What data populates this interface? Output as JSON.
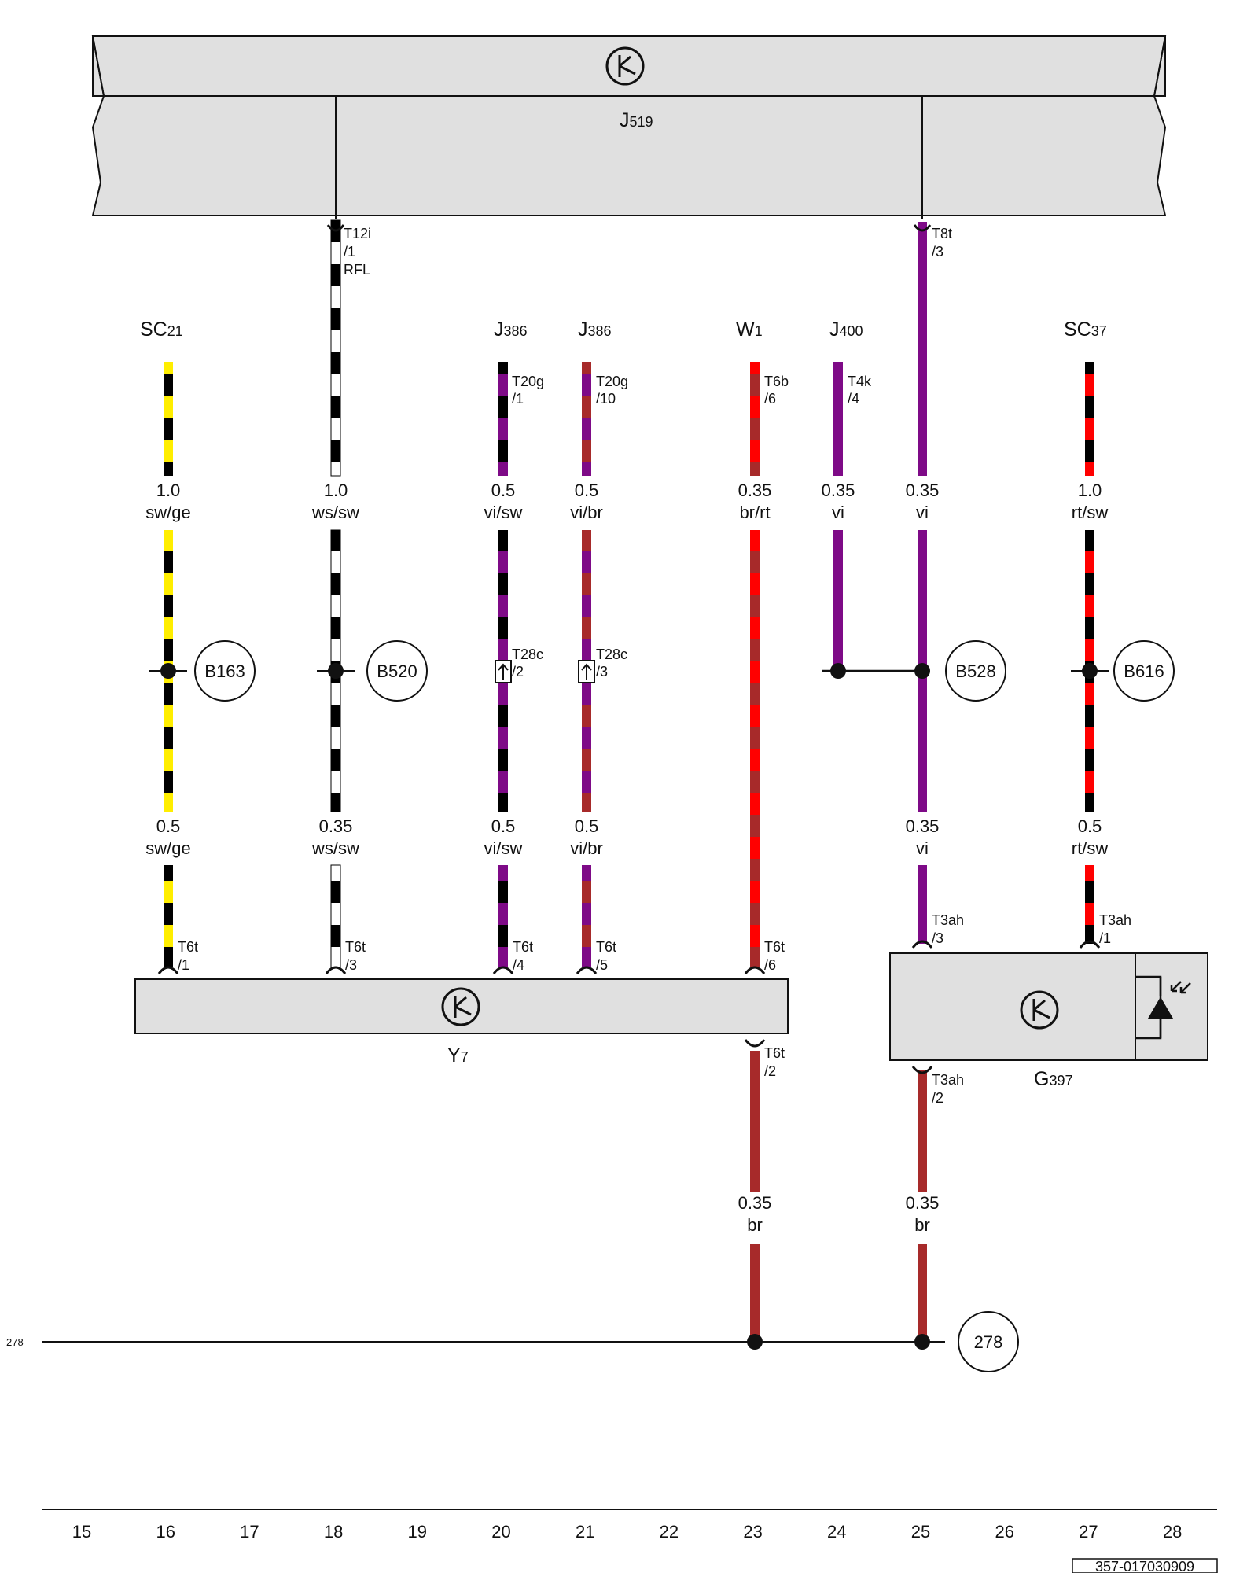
{
  "colors": {
    "sw": "#000000",
    "ws": "#ffffff",
    "ge": "#ffee00",
    "vi": "#7e0a87",
    "br": "#a72a2a",
    "rt": "#ff0000",
    "component_fill": "#e0e0e0"
  },
  "components": {
    "j519": {
      "main": "J",
      "sub": "519"
    },
    "y7": {
      "main": "Y",
      "sub": "7"
    },
    "g397": {
      "main": "G",
      "sub": "397"
    }
  },
  "wire_sources": [
    {
      "main": "SC",
      "sub": "21"
    },
    {
      "main": "J",
      "sub": "386"
    },
    {
      "main": "J",
      "sub": "386"
    },
    {
      "main": "W",
      "sub": "1"
    },
    {
      "main": "J",
      "sub": "400"
    },
    {
      "main": "SC",
      "sub": "37"
    }
  ],
  "top_pins": {
    "j519_t12i": [
      "T12i",
      "/1",
      "RFL"
    ],
    "j519_t8t": [
      "T8t",
      "/3"
    ],
    "j386_a": [
      "T20g",
      "/1"
    ],
    "j386_b": [
      "T20g",
      "/10"
    ],
    "w1": [
      "T6b",
      "/6"
    ],
    "j400": [
      "T4k",
      "/4"
    ]
  },
  "upper_labels": [
    {
      "size": "1.0",
      "color": "sw/ge"
    },
    {
      "size": "1.0",
      "color": "ws/sw"
    },
    {
      "size": "0.5",
      "color": "vi/sw"
    },
    {
      "size": "0.5",
      "color": "vi/br"
    },
    {
      "size": "0.35",
      "color": "br/rt"
    },
    {
      "size": "0.35",
      "color": "vi"
    },
    {
      "size": "0.35",
      "color": "vi"
    },
    {
      "size": "1.0",
      "color": "rt/sw"
    }
  ],
  "lower_labels": [
    {
      "size": "0.5",
      "color": "sw/ge"
    },
    {
      "size": "0.35",
      "color": "ws/sw"
    },
    {
      "size": "0.5",
      "color": "vi/sw"
    },
    {
      "size": "0.5",
      "color": "vi/br"
    },
    {
      "size": "0.35",
      "color": "vi"
    },
    {
      "size": "0.5",
      "color": "rt/sw"
    }
  ],
  "connectors_t28c": [
    {
      "name": "T28c",
      "pin": "/2"
    },
    {
      "name": "T28c",
      "pin": "/3"
    }
  ],
  "splices": [
    "B163",
    "B520",
    "B528",
    "B616"
  ],
  "y7_pins": [
    {
      "name": "T6t",
      "pin": "/1"
    },
    {
      "name": "T6t",
      "pin": "/3"
    },
    {
      "name": "T6t",
      "pin": "/4"
    },
    {
      "name": "T6t",
      "pin": "/5"
    },
    {
      "name": "T6t",
      "pin": "/6"
    },
    {
      "name": "T6t",
      "pin": "/2"
    }
  ],
  "g397_pins": [
    {
      "name": "T3ah",
      "pin": "/3"
    },
    {
      "name": "T3ah",
      "pin": "/1"
    },
    {
      "name": "T3ah",
      "pin": "/2"
    }
  ],
  "ground_labels": [
    {
      "size": "0.35",
      "color": "br"
    },
    {
      "size": "0.35",
      "color": "br"
    }
  ],
  "ground_ref": "278",
  "ground_ref_left": "278",
  "grid_numbers": [
    "15",
    "16",
    "17",
    "18",
    "19",
    "20",
    "21",
    "22",
    "23",
    "24",
    "25",
    "26",
    "27",
    "28"
  ],
  "doc_id": "357-017030909"
}
